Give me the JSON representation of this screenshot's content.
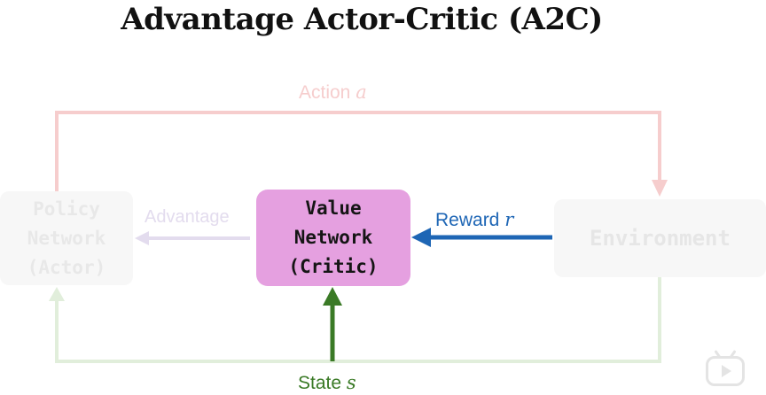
{
  "title": "Advantage Actor-Critic (A2C)",
  "nodes": {
    "actor": "Policy\nNetwork\n(Actor)",
    "critic": "Value\nNetwork\n(Critic)",
    "environment": "Environment"
  },
  "edges": {
    "action": {
      "text": "Action",
      "var": "a"
    },
    "advantage": {
      "text": "Advantage"
    },
    "reward": {
      "text": "Reward",
      "var": "r"
    },
    "state": {
      "text": "State",
      "var": "s"
    }
  },
  "colors": {
    "critic_fill": "#e5a0e0",
    "reward_arrow": "#1e66b5",
    "state_arrow": "#3a7a26",
    "action_arrow_faded": "#f6cdcd",
    "advantage_arrow_faded": "#e3dcee",
    "state_loop_faded": "#e1eedb"
  },
  "watermark_icon": "bilibili-icon"
}
